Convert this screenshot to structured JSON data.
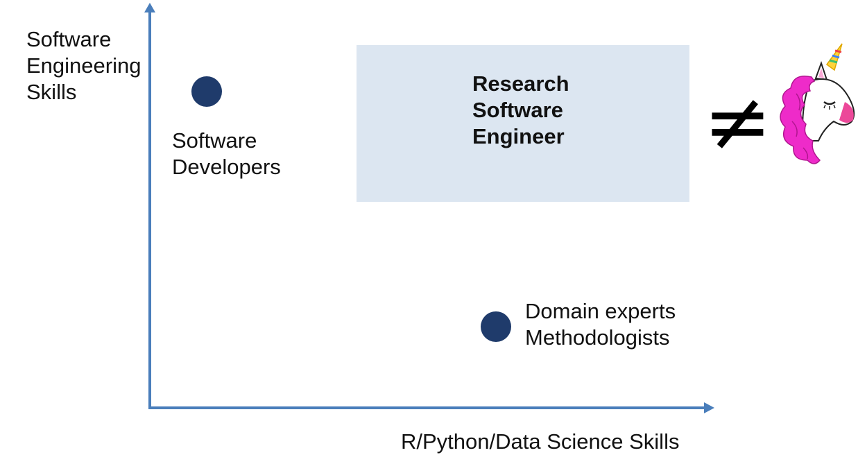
{
  "colors": {
    "axis": "#4a7ebb",
    "dot": "#1f3b6b",
    "box_fill": "#dce6f1",
    "unicorn_mane": "#ee2bc9"
  },
  "axes": {
    "y_label": "Software\nEngineering\nSkills",
    "x_label": "R/Python/Data Science Skills"
  },
  "groups": [
    {
      "label": "Software\nDevelopers"
    },
    {
      "label": "Domain experts\nMethodologists"
    }
  ],
  "highlight": {
    "label": "Research\nSoftware\nEngineer"
  },
  "comparison": {
    "symbol": "≠",
    "icon": "unicorn-icon"
  }
}
